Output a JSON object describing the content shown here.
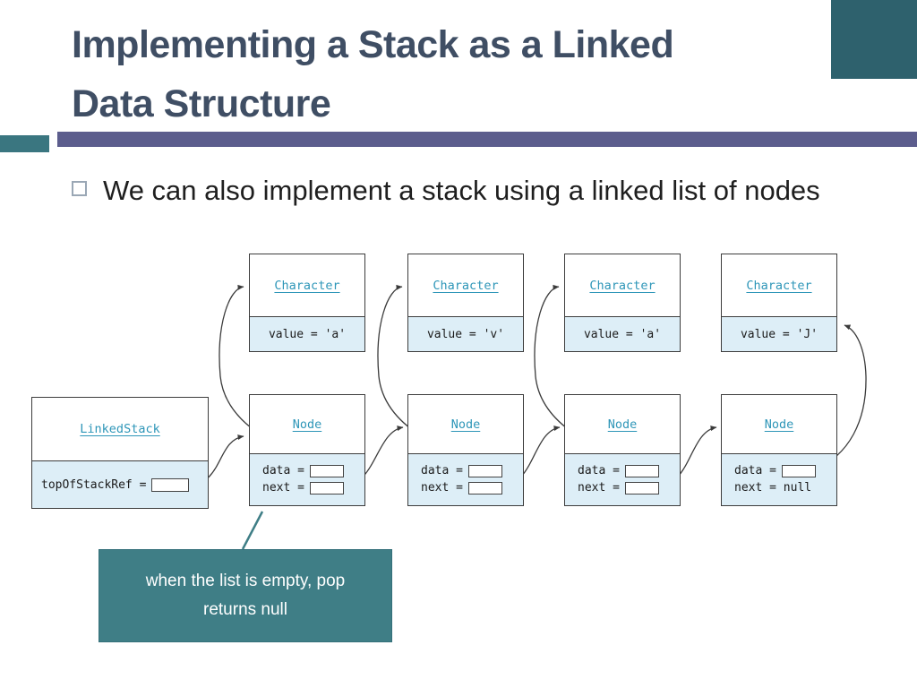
{
  "slide": {
    "title_line1": "Implementing a Stack as a Linked",
    "title_line2": "Data Structure",
    "bullet": "We can also implement a stack using a linked list of nodes"
  },
  "diagram": {
    "linked_stack": {
      "class_name": "LinkedStack",
      "ref_label": "topOfStackRef ="
    },
    "characters": [
      {
        "class_name": "Character",
        "value": "value = 'a'"
      },
      {
        "class_name": "Character",
        "value": "value = 'v'"
      },
      {
        "class_name": "Character",
        "value": "value = 'a'"
      },
      {
        "class_name": "Character",
        "value": "value = 'J'"
      }
    ],
    "nodes": [
      {
        "class_name": "Node",
        "data_label": "data =",
        "next_label": "next ="
      },
      {
        "class_name": "Node",
        "data_label": "data =",
        "next_label": "next ="
      },
      {
        "class_name": "Node",
        "data_label": "data =",
        "next_label": "next ="
      },
      {
        "class_name": "Node",
        "data_label": "data =",
        "next_label": "next = null"
      }
    ]
  },
  "callout": {
    "line1": "when the list is empty, pop",
    "line2": "returns null"
  },
  "colors": {
    "title_text": "#3f4e64",
    "accent_purple": "#5c5d8d",
    "accent_teal": "#3a7680",
    "corner_teal": "#2e616d",
    "callout_teal": "#3f7e86",
    "class_name_teal": "#2e96b8",
    "field_fill_blue": "#ddeef7",
    "arrow_stroke": "#3b3b3b"
  }
}
